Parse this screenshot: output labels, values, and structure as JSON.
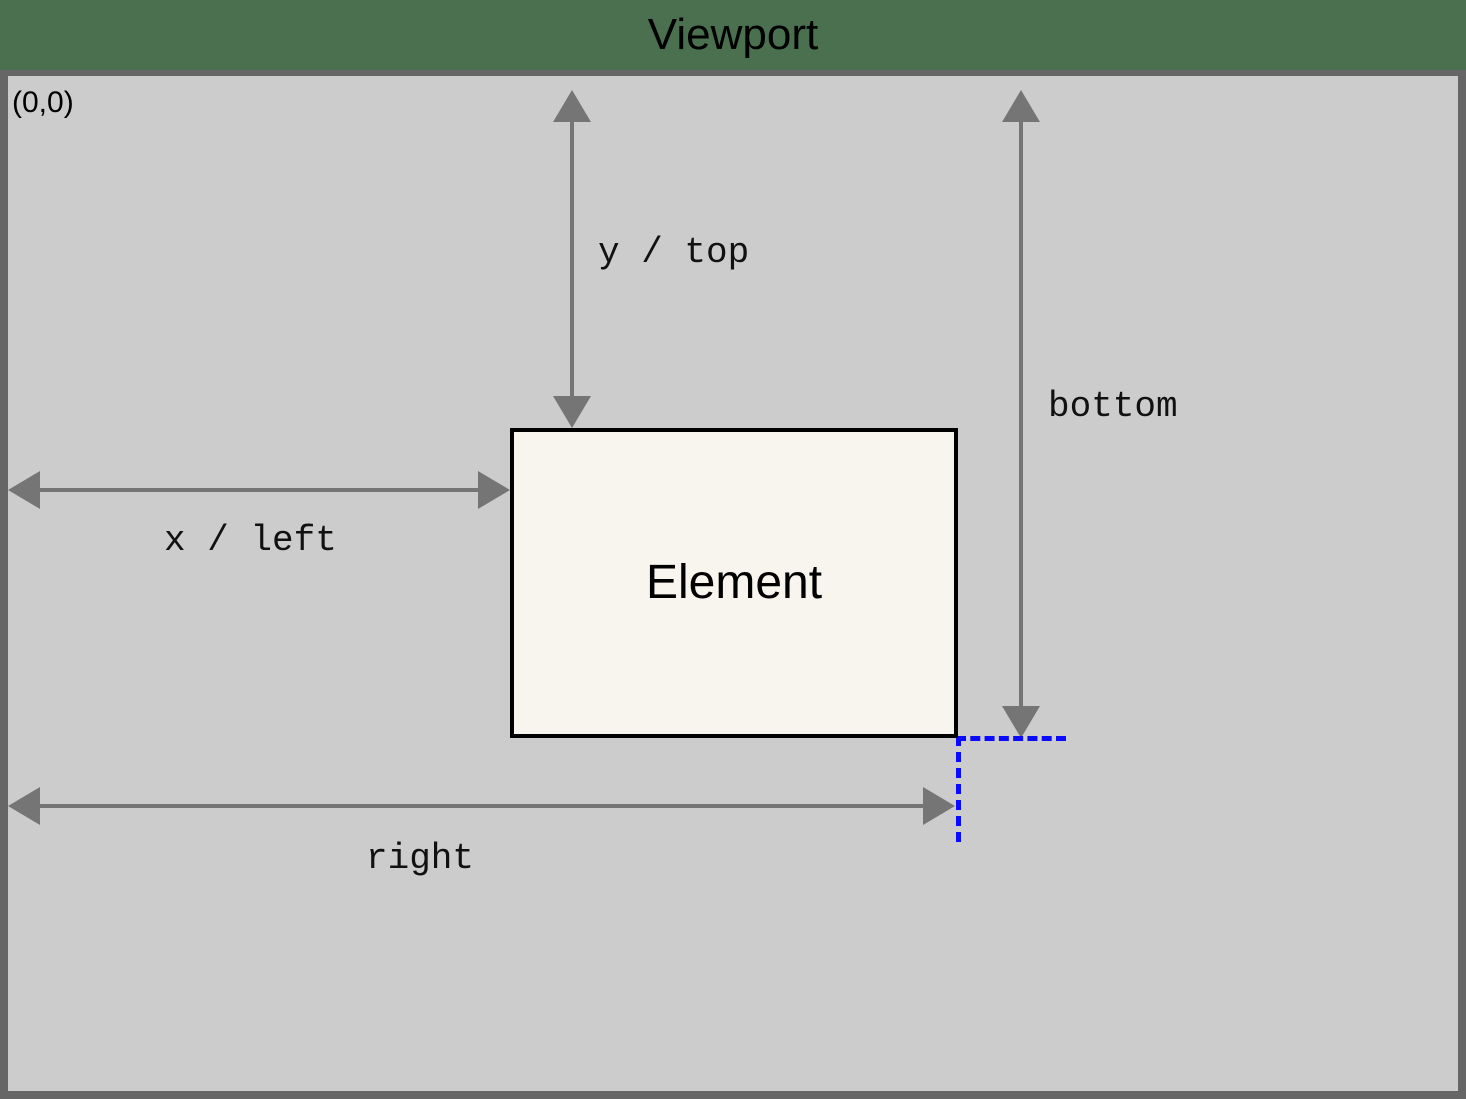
{
  "header": {
    "title": "Viewport",
    "bg_color": "#4a7050",
    "text_color": "#000000"
  },
  "viewport": {
    "origin_label": "(0,0)",
    "bg_color": "#cccccc",
    "border_color": "#666666"
  },
  "element": {
    "label": "Element",
    "fill_color": "#f8f4ee",
    "border_color": "#000000"
  },
  "measurements": [
    {
      "id": "y-top",
      "label": "y / top",
      "orientation": "vertical",
      "from": "viewport-top",
      "to": "element-top"
    },
    {
      "id": "x-left",
      "label": "x / left",
      "orientation": "horizontal",
      "from": "viewport-left",
      "to": "element-left"
    },
    {
      "id": "bottom",
      "label": "bottom",
      "orientation": "vertical",
      "from": "viewport-top",
      "to": "element-bottom"
    },
    {
      "id": "right",
      "label": "right",
      "orientation": "horizontal",
      "from": "viewport-left",
      "to": "element-right"
    }
  ],
  "guides": {
    "color": "#0a0aff",
    "style": "dashed",
    "anchor": "element-bottom-right-corner"
  },
  "arrows": {
    "color": "#757575",
    "head_style": "solid-triangle"
  }
}
